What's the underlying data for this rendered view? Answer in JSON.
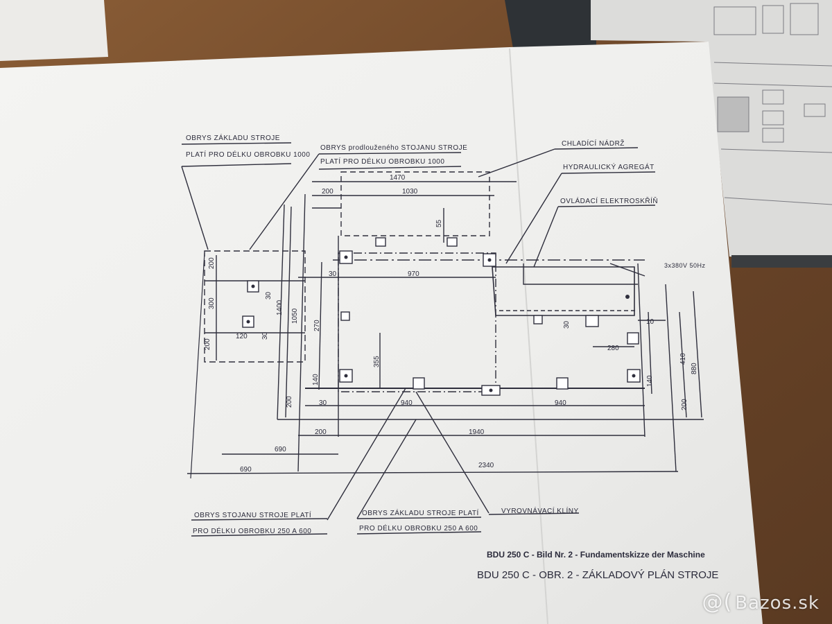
{
  "drawing": {
    "labels": {
      "base_outline_top_1": "OBRYS ZÁKLADU STROJE",
      "base_outline_top_2": "PLATÍ PRO DÉLKU OBROBKU 1000",
      "ext_stand_1": "OBRYS prodlouženého STOJANU STROJE",
      "ext_stand_2": "PLATÍ PRO DÉLKU OBROBKU 1000",
      "cooling_tank": "CHLADÍCÍ NÁDRŽ",
      "hydraulic": "HYDRAULICKÝ AGREGÁT",
      "el_cabinet": "OVLÁDACÍ ELEKTROSKŘÍŇ",
      "power": "3x380V 50Hz",
      "stand_outline_1": "OBRYS STOJANU STROJE PLATÍ",
      "stand_outline_2": "PRO DÉLKU OBROBKU 250 A 600",
      "base_outline_bot_1": "OBRYS ZÁKLADU STROJE PLATÍ",
      "base_outline_bot_2": "PRO DÉLKU OBROBKU 250 A 600",
      "wedges": "VYROVNÁVACÍ KLÍNY"
    },
    "dimensions": {
      "d1470": "1470",
      "d1030": "1030",
      "d200a": "200",
      "d55": "55",
      "d30a": "30",
      "d970": "970",
      "d200b": "200",
      "d300": "300",
      "d200c": "200",
      "d30b": "30",
      "d30c": "30",
      "d120": "120",
      "d1400": "1400",
      "d1050": "1050",
      "d270": "270",
      "d355": "355",
      "d140a": "140",
      "d200d": "200",
      "d30d": "30",
      "d940a": "940",
      "d940b": "940",
      "d200e": "200",
      "d1940": "1940",
      "d690a": "690",
      "d690b": "690",
      "d2340": "2340",
      "d30e": "30",
      "d10": "10",
      "d280": "280",
      "d410": "410",
      "d880": "880",
      "d140b": "140",
      "d200f": "200"
    },
    "caption_de": "BDU 250 C - Bild Nr. 2 - Fundamentskizze der Maschine",
    "caption_cz": "BDU 250 C - OBR. 2 - ZÁKLADOVÝ PLÁN STROJE"
  },
  "watermark": "Bazos.sk",
  "colors": {
    "table": "#6e4a2c",
    "paper": "#f1f1ef",
    "ink": "#2a2a3a"
  }
}
